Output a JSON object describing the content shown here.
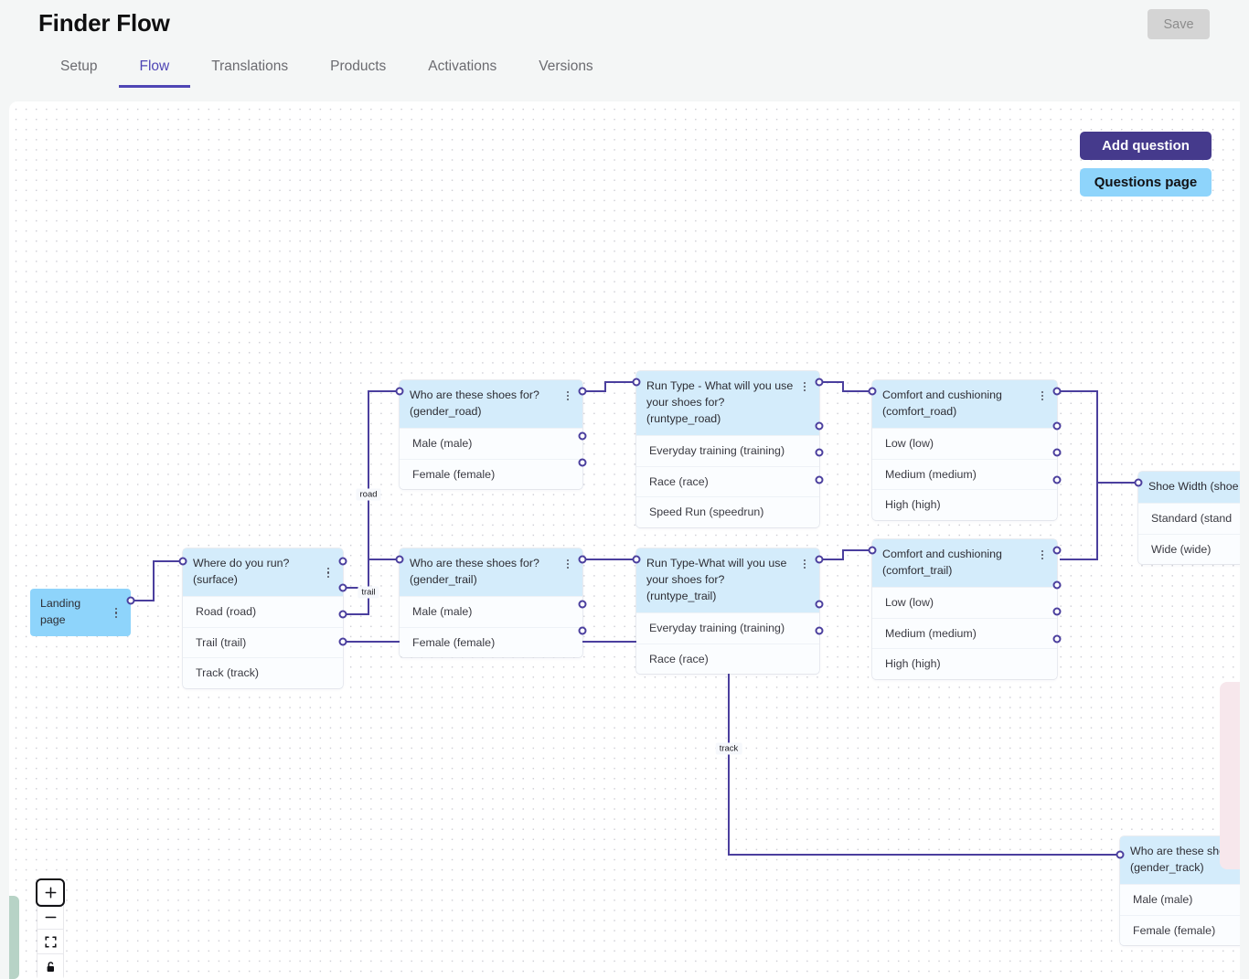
{
  "header": {
    "title": "Finder Flow",
    "save_label": "Save"
  },
  "tabs": [
    {
      "label": "Setup",
      "active": false
    },
    {
      "label": "Flow",
      "active": true
    },
    {
      "label": "Translations",
      "active": false
    },
    {
      "label": "Products",
      "active": false
    },
    {
      "label": "Activations",
      "active": false
    },
    {
      "label": "Versions",
      "active": false
    }
  ],
  "canvas_actions": {
    "add_question_label": "Add question",
    "questions_page_label": "Questions page"
  },
  "zoom_controls": [
    {
      "name": "zoom-in-icon",
      "glyph": "+"
    },
    {
      "name": "zoom-out-icon",
      "glyph": "−"
    },
    {
      "name": "fit-view-icon",
      "glyph": "fit"
    },
    {
      "name": "lock-icon",
      "glyph": "lock"
    }
  ],
  "nodes": {
    "landing": {
      "title": "Landing page",
      "options": []
    },
    "surface": {
      "title": "Where do you run? (surface)",
      "options": [
        "Road (road)",
        "Trail (trail)",
        "Track (track)"
      ]
    },
    "gender_road": {
      "title": "Who are these shoes for? (gender_road)",
      "options": [
        "Male (male)",
        "Female (female)"
      ]
    },
    "runtype_road": {
      "title": "Run Type - What will you use your shoes for? (runtype_road)",
      "options": [
        "Everyday training (training)",
        "Race (race)",
        "Speed Run (speedrun)"
      ]
    },
    "comfort_road": {
      "title": "Comfort and cushioning (comfort_road)",
      "options": [
        "Low (low)",
        "Medium (medium)",
        "High (high)"
      ]
    },
    "gender_trail": {
      "title": "Who are these shoes for? (gender_trail)",
      "options": [
        "Male (male)",
        "Female (female)"
      ]
    },
    "runtype_trail": {
      "title": "Run Type-What will you use your shoes for? (runtype_trail)",
      "options": [
        "Everyday training (training)",
        "Race (race)"
      ]
    },
    "comfort_trail": {
      "title": "Comfort and cushioning (comfort_trail)",
      "options": [
        "Low (low)",
        "Medium (medium)",
        "High (high)"
      ]
    },
    "shoe_width": {
      "title": "Shoe Width (shoe",
      "options": [
        "Standard (stand",
        "Wide (wide)"
      ]
    },
    "gender_track": {
      "title": "Who are these shoes  (gender_track)",
      "options": [
        "Male (male)",
        "Female (female)"
      ]
    }
  },
  "edge_labels": {
    "road": "road",
    "trail": "trail",
    "track": "track"
  },
  "colors": {
    "accent": "#4f46b5",
    "node_header": "#d4ecfb",
    "pill": "#8ed4fb",
    "edge": "#4b3f9e",
    "add_button": "#453a8c"
  }
}
